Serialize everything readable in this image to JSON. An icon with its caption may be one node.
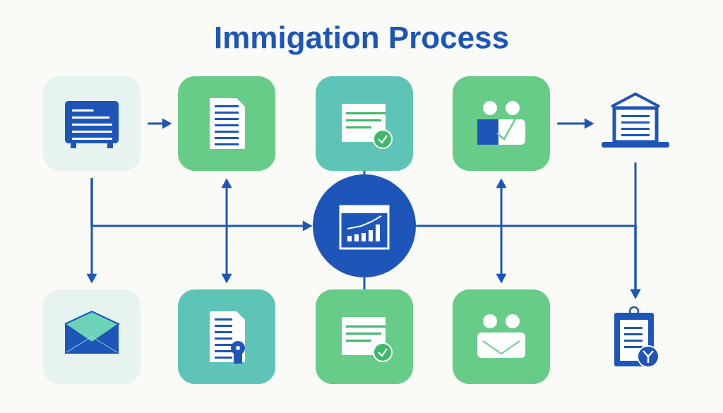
{
  "diagram": {
    "title": "Immigation Process",
    "nodes": [
      {
        "text": [],
        "shape": "box"
      },
      {
        "text": [],
        "shape": "box"
      },
      {
        "text": [],
        "shape": "box"
      },
      {
        "text": [],
        "shape": "box"
      },
      {
        "text": [],
        "shape": "picture"
      },
      {
        "text": [],
        "shape": "circle"
      },
      {
        "text": [],
        "shape": "box"
      },
      {
        "text": [],
        "shape": "box"
      },
      {
        "text": [],
        "shape": "box"
      },
      {
        "text": [],
        "shape": "box"
      },
      {
        "text": [],
        "shape": "picture"
      }
    ],
    "edges": [
      {
        "from": 0,
        "to": 1,
        "arrow": "to"
      },
      {
        "from": 0,
        "to": 6,
        "arrow": "to"
      },
      {
        "from": 0,
        "to": 5,
        "arrow": "to"
      },
      {
        "from": 1,
        "to": 7,
        "arrow": "both"
      },
      {
        "from": 2,
        "to": 5,
        "arrow": "none"
      },
      {
        "from": 5,
        "to": 8,
        "arrow": "none"
      },
      {
        "from": 3,
        "to": 9,
        "arrow": "both"
      },
      {
        "from": 3,
        "to": 4,
        "arrow": "to"
      },
      {
        "from": 4,
        "to": 10,
        "arrow": "to"
      },
      {
        "from": 5,
        "to": 10,
        "arrow": "to"
      }
    ]
  }
}
